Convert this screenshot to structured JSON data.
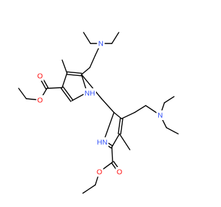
{
  "molecule": {
    "atom_labels": [
      {
        "id": "n_amine_top",
        "text": "N",
        "color": "#3050F8"
      },
      {
        "id": "o_ester_top",
        "text": "O",
        "color": "#FF0D0D"
      },
      {
        "id": "o_carbonyl_top",
        "text": "O",
        "color": "#FF0D0D"
      },
      {
        "id": "nh_pyrrole_top",
        "text": "NH",
        "color": "#3050F8"
      },
      {
        "id": "n_amine_bottom",
        "text": "N",
        "color": "#3050F8"
      },
      {
        "id": "nh_pyrrole_bottom",
        "text": "HN",
        "color": "#3050F8"
      },
      {
        "id": "o_carbonyl_bottom",
        "text": "O",
        "color": "#FF0D0D"
      },
      {
        "id": "o_ester_bottom",
        "text": "O",
        "color": "#FF0D0D"
      }
    ],
    "bond_color": "#000000"
  }
}
